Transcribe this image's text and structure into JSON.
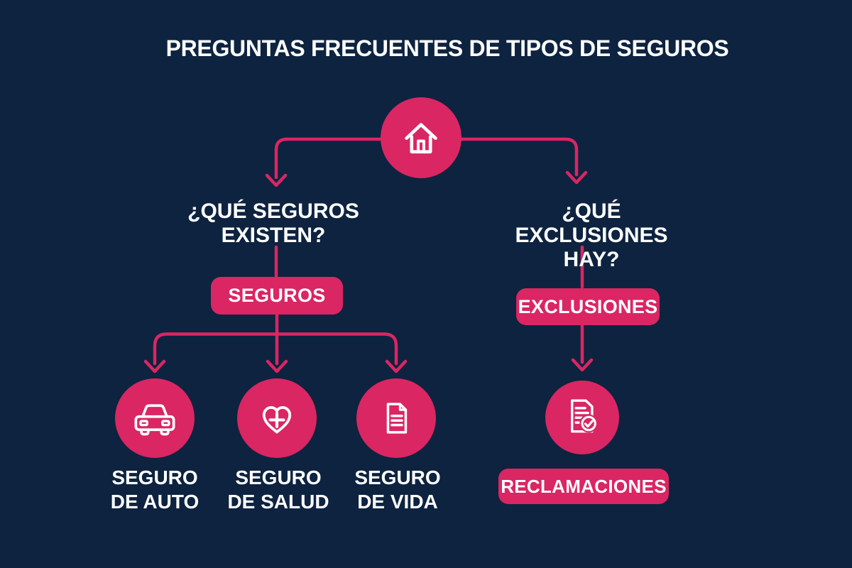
{
  "title": "PREGUNTAS FRECUENTES DE TIPOS DE SEGUROS",
  "colors": {
    "background": "#0D2340",
    "accent": "#DA2662",
    "text": "#FFFFFF"
  },
  "root": {
    "icon": "home-icon"
  },
  "left_branch": {
    "question": "¿QUÉ SEGUROS\nEXISTEN?",
    "node_label": "SEGUROS",
    "children": [
      {
        "icon": "car-icon",
        "label": "SEGURO\nDE AUTO"
      },
      {
        "icon": "heart-plus-icon",
        "label": "SEGURO\nDE SALUD"
      },
      {
        "icon": "document-icon",
        "label": "SEGURO\nDE VIDA"
      }
    ]
  },
  "right_branch": {
    "question": "¿QUÉ EXCLUSIONES\nHAY?",
    "node_label": "EXCLUSIONES",
    "child": {
      "icon": "document-check-icon",
      "label": "RECLAMACIONES"
    }
  }
}
